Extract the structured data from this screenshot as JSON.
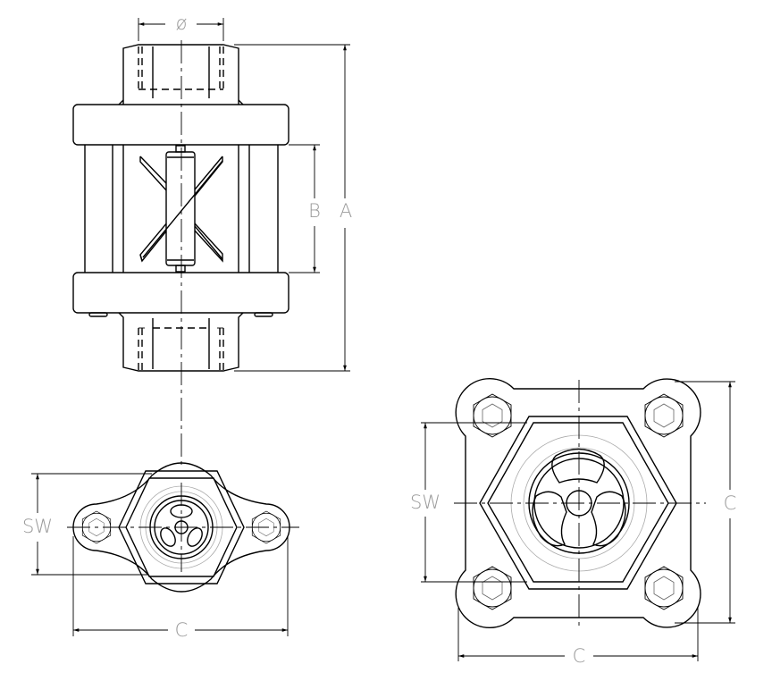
{
  "drawing": {
    "front_view": {
      "labels": {
        "diameter": "ø",
        "height_b": "B",
        "height_a": "A"
      }
    },
    "oval_flange_view": {
      "labels": {
        "sw": "SW",
        "c": "C"
      }
    },
    "square_flange_view": {
      "labels": {
        "sw": "SW",
        "c_vertical": "C",
        "c_horizontal": "C"
      }
    }
  }
}
